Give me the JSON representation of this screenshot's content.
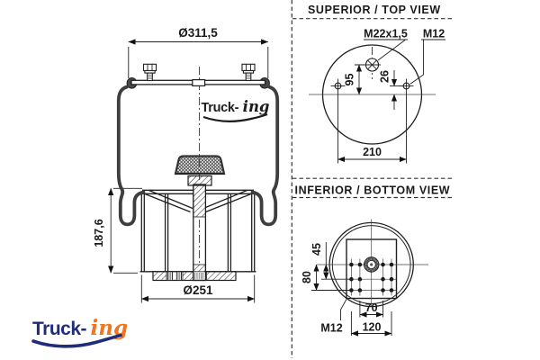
{
  "side_view": {
    "dim_top_diameter": "Ø311,5",
    "dim_height": "187,6",
    "dim_bottom_diameter": "Ø251"
  },
  "top_view": {
    "title": "SUPERIOR / TOP VIEW",
    "thread_center": "M22x1,5",
    "thread_stud": "M12",
    "dim_port_to_axis": "95",
    "dim_stud_to_axis": "26",
    "dim_stud_spacing": "210"
  },
  "bottom_view": {
    "title": "INFERIOR / BOTTOM VIEW",
    "dim_row_offset_1": "45",
    "dim_row_offset_2": "80",
    "dim_holes_inner": "70",
    "dim_holes_outer": "120",
    "thread_holes": "M12"
  },
  "logo": {
    "word": "Truck-",
    "suffix": "ing"
  },
  "colors": {
    "line": "#1f1f1f",
    "logo_black": "#1c1c1c",
    "logo_navy": "#1f2d7a",
    "logo_orange": "#ee7623"
  }
}
